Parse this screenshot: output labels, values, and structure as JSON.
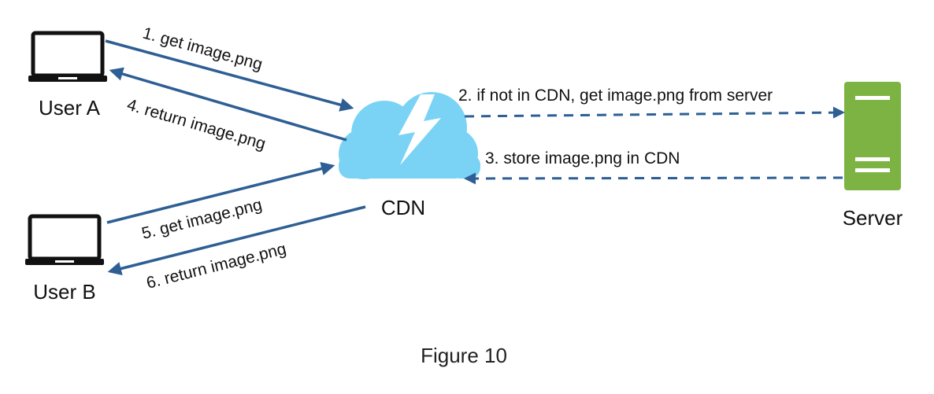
{
  "diagram": {
    "nodes": {
      "user_a": "User A",
      "user_b": "User B",
      "cdn": "CDN",
      "server": "Server"
    },
    "steps": [
      "1. get image.png",
      "2. if not in CDN, get image.png from server",
      "3. store image.png in CDN",
      "4. return image.png",
      "5. get image.png",
      "6. return image.png"
    ],
    "caption": "Figure 10"
  },
  "colors": {
    "arrow": "#2e5f94",
    "cloud": "#7ad3f5",
    "server": "#7cb342",
    "laptop": "#111111"
  },
  "icons": {
    "user_a": "laptop-icon",
    "user_b": "laptop-icon",
    "cdn": "cloud-lightning-icon",
    "server": "server-icon"
  }
}
